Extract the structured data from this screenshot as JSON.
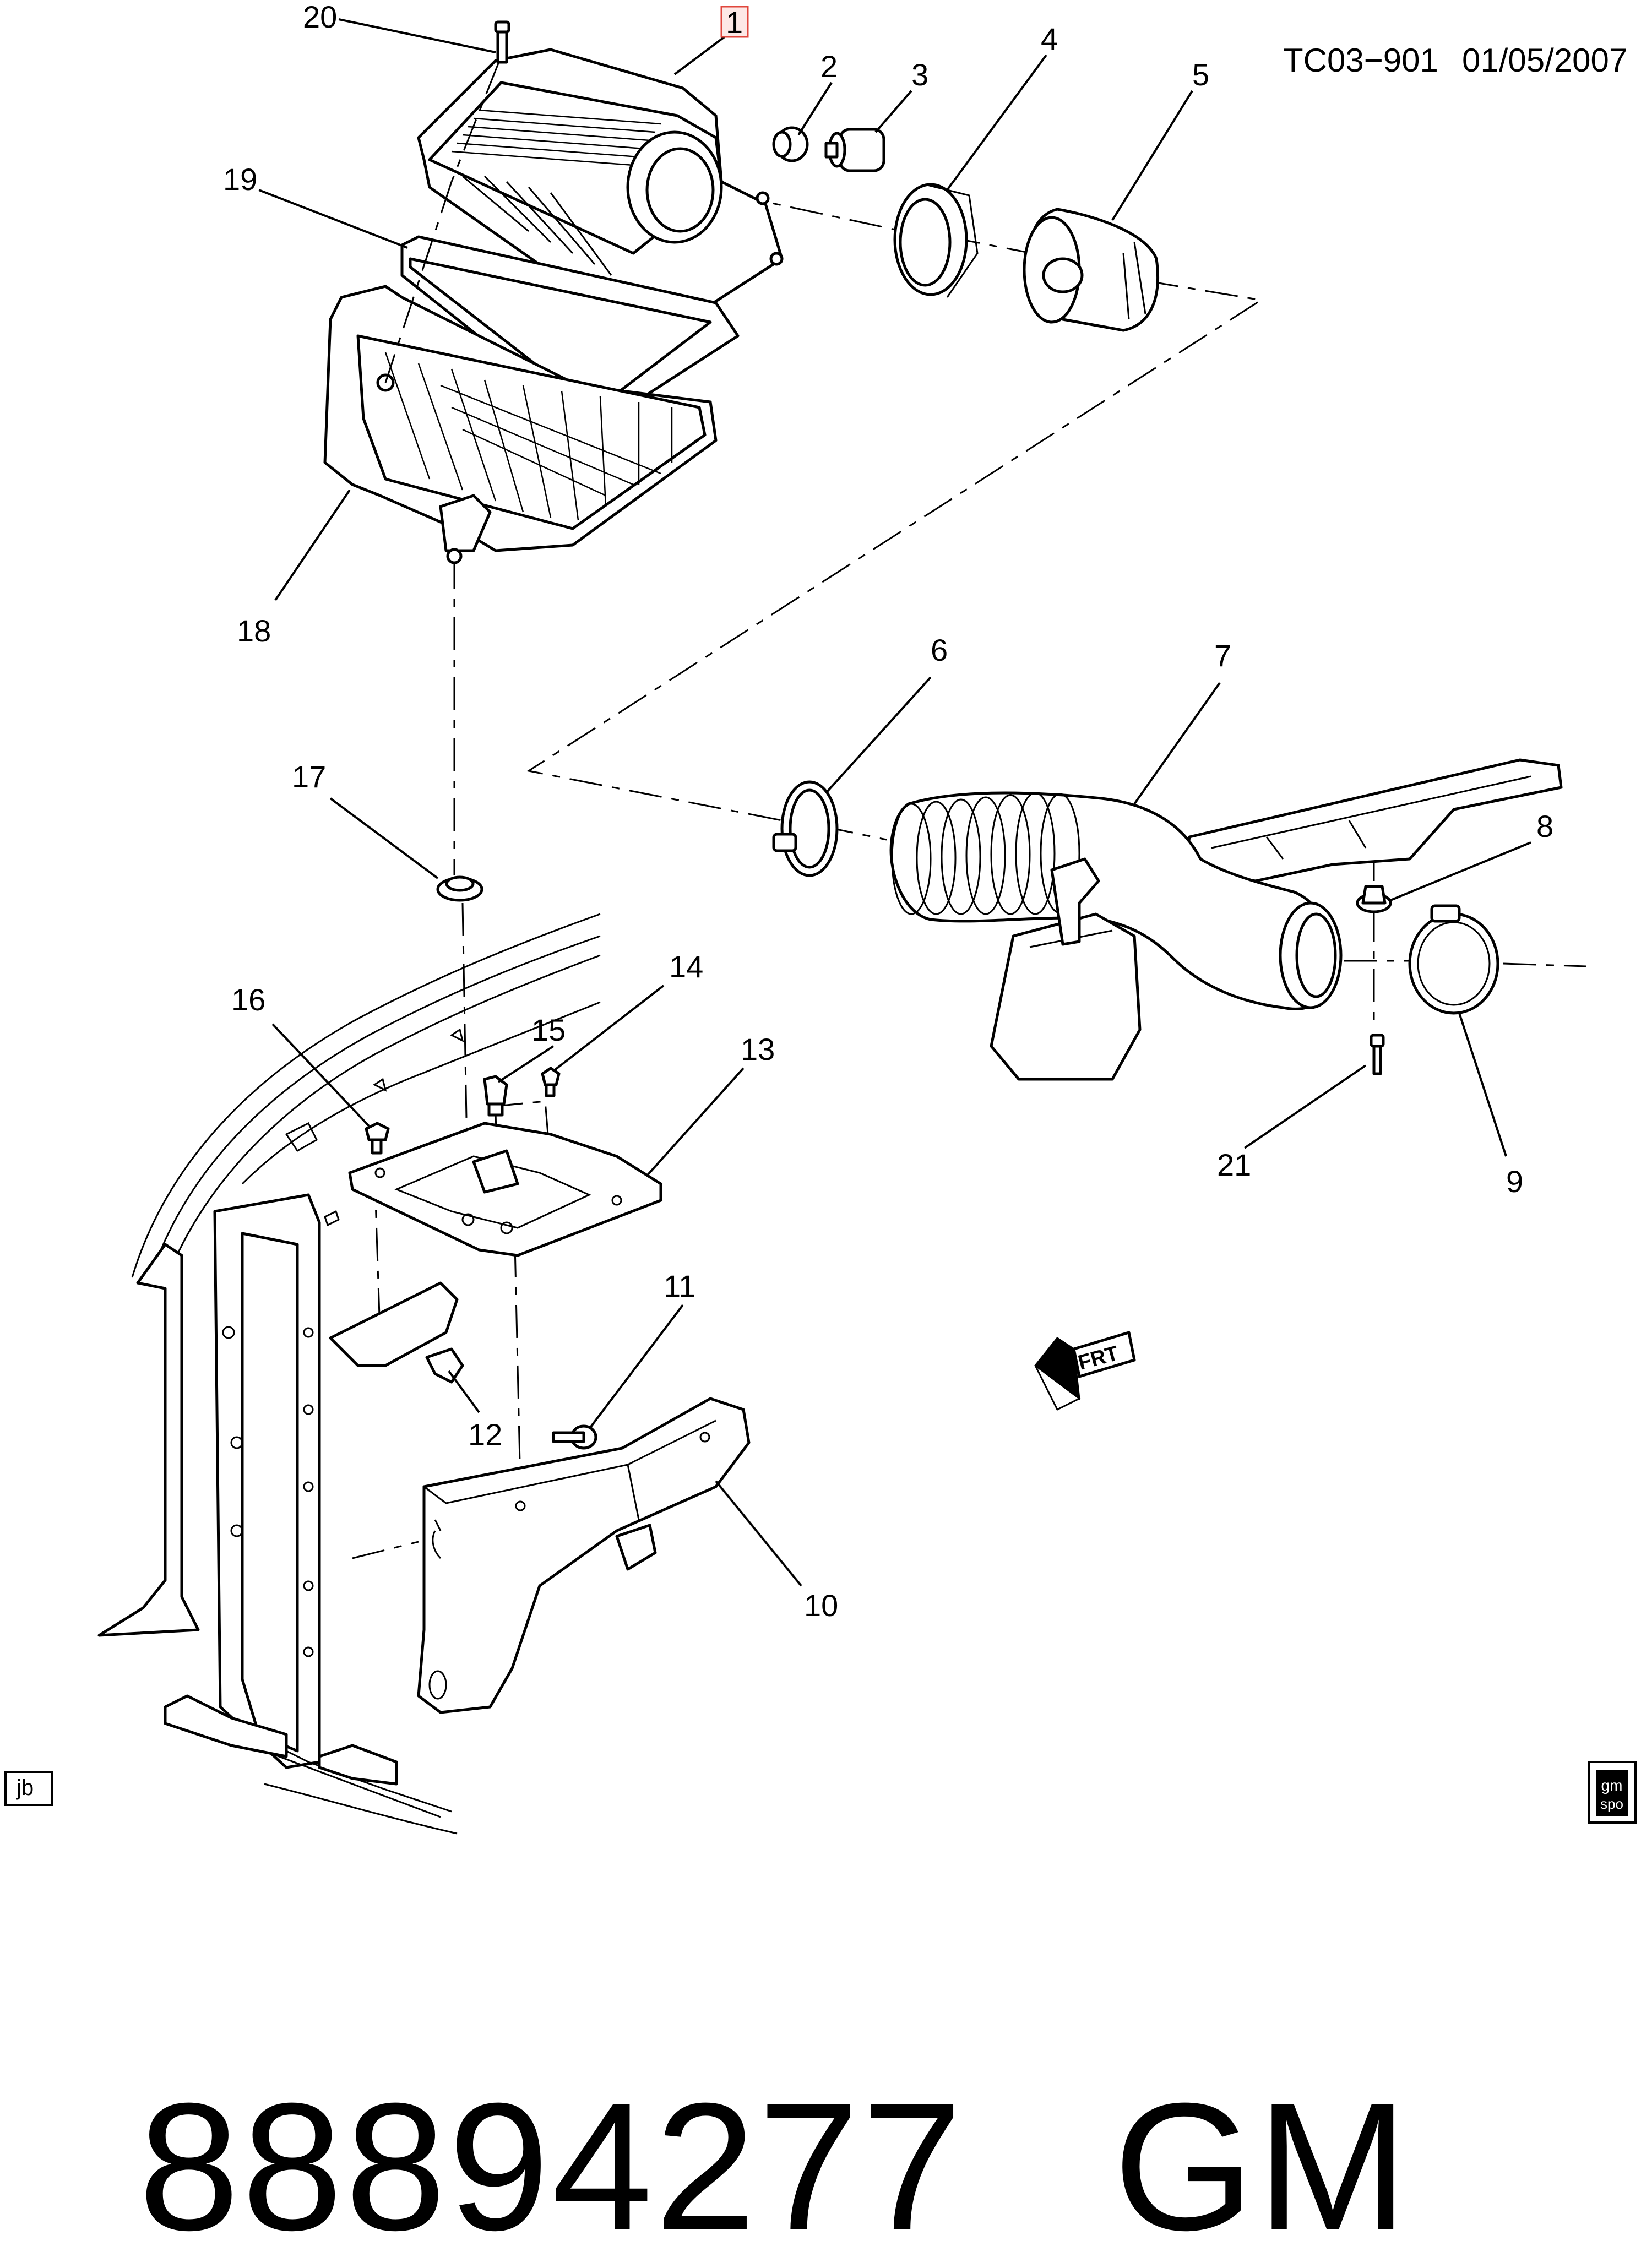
{
  "header": {
    "ref_code": "TC03−901",
    "date": "01/05/2007"
  },
  "callouts": {
    "c1": "1",
    "c2": "2",
    "c3": "3",
    "c4": "4",
    "c5": "5",
    "c6": "6",
    "c7": "7",
    "c8": "8",
    "c9": "9",
    "c10": "10",
    "c11": "11",
    "c12": "12",
    "c13": "13",
    "c14": "14",
    "c15": "15",
    "c16": "16",
    "c17": "17",
    "c18": "18",
    "c19": "19",
    "c20": "20",
    "c21": "21"
  },
  "badges": {
    "left": "jb",
    "right_top": "gm",
    "right_bottom": "spo"
  },
  "direction_label": "FRT",
  "caption": {
    "part_number": "88894277",
    "brand": "GM"
  },
  "colors": {
    "line": "#000000",
    "background": "#ffffff",
    "highlight": "#e0463c"
  }
}
